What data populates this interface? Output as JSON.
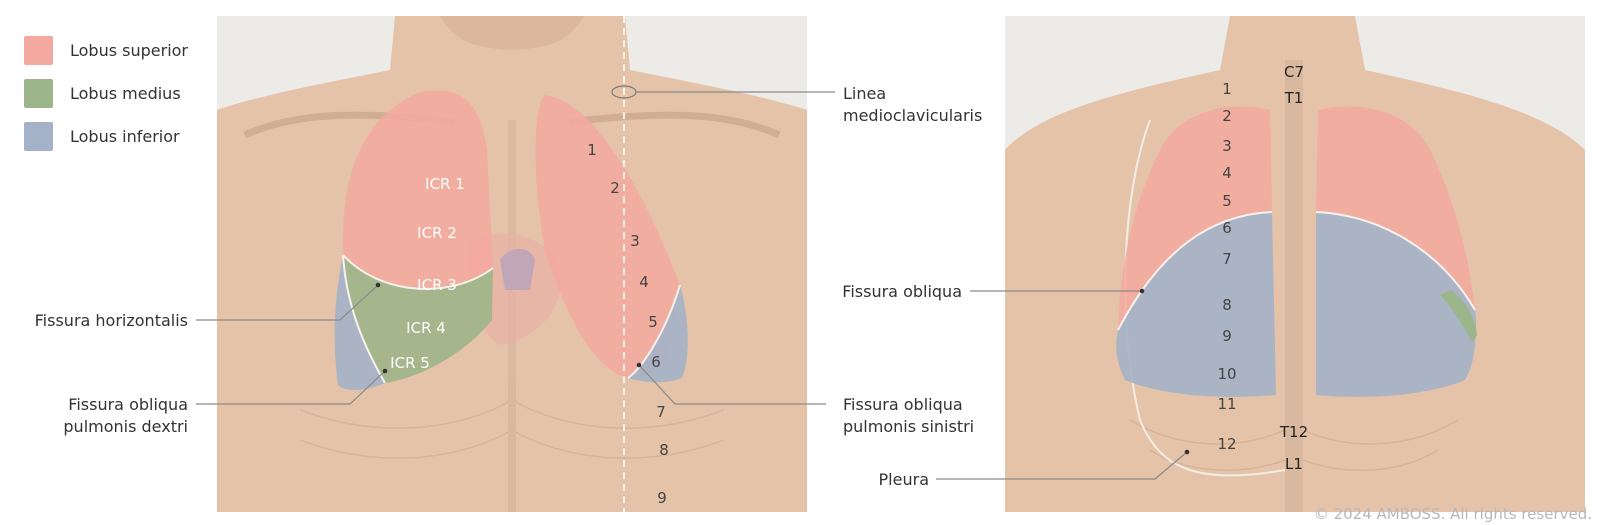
{
  "legend": [
    {
      "label": "Lobus superior",
      "color": "#f4a9a0"
    },
    {
      "label": "Lobus medius",
      "color": "#9db58a"
    },
    {
      "label": "Lobus inferior",
      "color": "#a3b2c6"
    }
  ],
  "front_view": {
    "icr_labels": [
      "ICR 1",
      "ICR 2",
      "ICR 3",
      "ICR 4",
      "ICR 5"
    ],
    "rib_numbers": [
      "1",
      "2",
      "3",
      "4",
      "5",
      "6",
      "7",
      "8",
      "9"
    ]
  },
  "back_view": {
    "rib_numbers": [
      "1",
      "2",
      "3",
      "4",
      "5",
      "6",
      "7",
      "8",
      "9",
      "10",
      "11",
      "12"
    ],
    "vertebrae": [
      "C7",
      "T1",
      "T12",
      "L1"
    ]
  },
  "annotations": {
    "linea_line1": "Linea",
    "linea_line2": "medioclavicularis",
    "fissura_horizontalis": "Fissura horizontalis",
    "obliqua_dextri_line1": "Fissura obliqua",
    "obliqua_dextri_line2": "pulmonis dextri",
    "obliqua_sinistri_line1": "Fissura obliqua",
    "obliqua_sinistri_line2": "pulmonis sinistri",
    "fissura_obliqua": "Fissura obliqua",
    "pleura": "Pleura"
  },
  "copyright": "© 2024 AMBOSS. All rights reserved.",
  "colors": {
    "upper_lobe": "#f4a9a0",
    "middle_lobe": "#9db58a",
    "lower_lobe": "#a3b2c6",
    "skin": "#e5c3a8",
    "background_panel": "#ecebe8"
  }
}
